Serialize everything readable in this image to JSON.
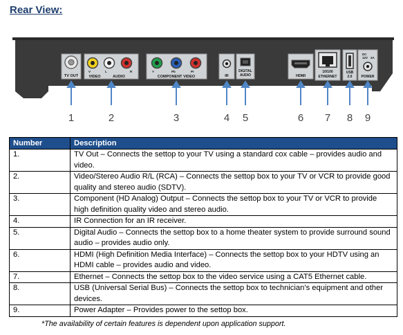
{
  "heading": "Rear View:",
  "device": {
    "port_labels": {
      "tv_out": "TV OUT",
      "video": "VIDEO",
      "audio": "AUDIO",
      "component_video": "COMPONENT VIDEO",
      "ir": "IR",
      "digital_audio_1": "DIGITAL",
      "digital_audio_2": "AUDIO",
      "hdmi": "HDMI",
      "ethernet_1": "10/100",
      "ethernet_2": "ETHERNET",
      "usb_1": "USB",
      "usb_2": "2.0",
      "power": "POWER",
      "power_spec_1": "DC",
      "power_spec_2": "12V",
      "power_spec_3": "2A",
      "jack_v": "V",
      "jack_l": "L",
      "jack_r": "R",
      "jack_y": "Y",
      "jack_pb": "Pb",
      "jack_pr": "Pr"
    },
    "callouts": [
      "1",
      "2",
      "3",
      "4",
      "5",
      "6",
      "7",
      "8",
      "9"
    ],
    "colors": {
      "body": "#3a3a3a",
      "panel": "#cfd3d6",
      "arrow": "#4f86c6",
      "yellow": "#f2d21b",
      "white": "#f4f4f4",
      "red": "#d0302c",
      "green": "#1f9f4b",
      "blue": "#2b5fb8"
    }
  },
  "table": {
    "headers": [
      "Number",
      "Description"
    ],
    "rows": [
      {
        "num": "1.",
        "desc": "TV Out – Connects the settop to your TV using a standard cox cable – provides audio and video."
      },
      {
        "num": "2.",
        "desc": "Video/Stereo Audio R/L (RCA) – Connects the settop box to your TV or VCR to provide good quality and stereo audio (SDTV)."
      },
      {
        "num": "3.",
        "desc": "Component (HD Analog) Output – Connects the settop box to your TV or VCR to provide high definition quality video and stereo audio."
      },
      {
        "num": "4.",
        "desc": "IR Connection for an IR receiver."
      },
      {
        "num": "5.",
        "desc": "Digital Audio – Connects the settop box to a home theater system to provide surround sound audio – provides audio only."
      },
      {
        "num": "6.",
        "desc": "HDMI (High Definition Media Interface) – Connects the settop box to your HDTV using an HDMI cable – provides audio and video."
      },
      {
        "num": "7.",
        "desc": "Ethernet – Connects the settop box to the video service using a CAT5 Ethernet cable."
      },
      {
        "num": "8.",
        "desc": "USB (Universal Serial Bus) – Connects the settop box to technician’s equipment and other devices."
      },
      {
        "num": "9.",
        "desc": "Power Adapter – Provides power to the settop box."
      }
    ]
  },
  "footnote": "*The availability of certain features is dependent upon application support."
}
